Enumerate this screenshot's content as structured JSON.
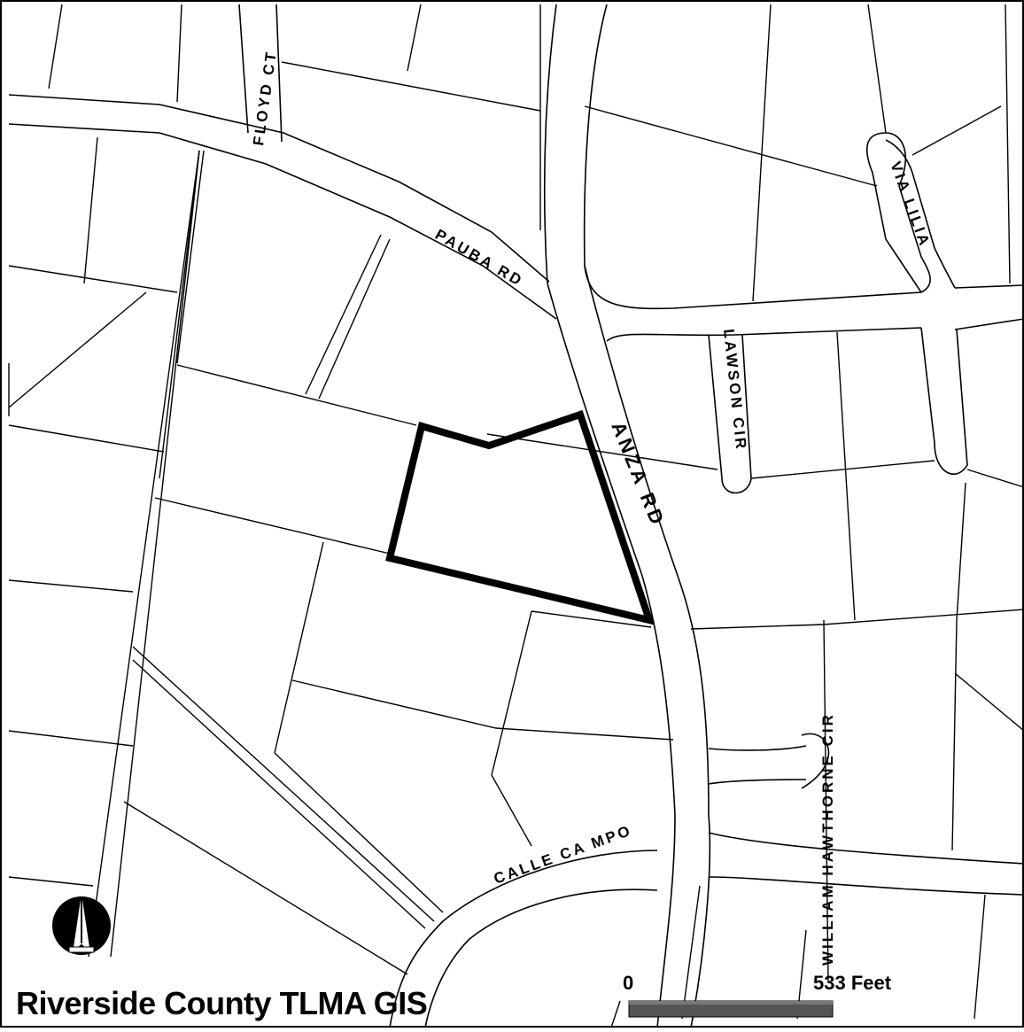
{
  "map": {
    "title": "Riverside County TLMA GIS",
    "roads": {
      "floyd_ct": "FLOYD CT",
      "pauba_rd": "PAUBA RD",
      "via_lilia": "VIA LILIA",
      "lawson_cir": "LAWSON CIR",
      "anza_rd": "ANZA RD",
      "william_hawthorne_cir": "WILLIAM HAWTHORNE CIR",
      "calle_campo": "CALLE CA MPO"
    },
    "scale_bar": {
      "start_label": "0",
      "end_label": "533 Feet"
    },
    "colors": {
      "background": "#ffffff",
      "lines": "#000000",
      "highlight_parcel": "#000000",
      "scale_bar_fill": "#555555"
    },
    "north_arrow_icon": "north-arrow-icon"
  }
}
